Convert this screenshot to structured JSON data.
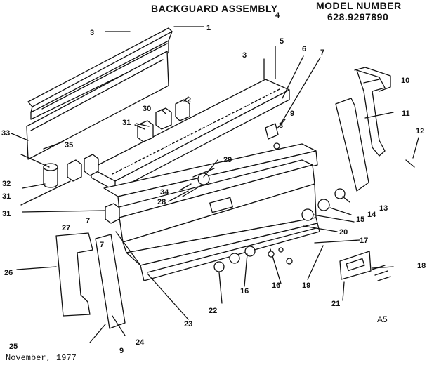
{
  "header": {
    "title": "BACKGUARD ASSEMBLY",
    "model_label": "MODEL NUMBER",
    "model_number": "628.9297890"
  },
  "footer": {
    "date": "November, 1977",
    "code": "A5"
  },
  "callouts": [
    "1",
    "2",
    "3",
    "3",
    "4",
    "5",
    "6",
    "7",
    "7",
    "7",
    "8",
    "9",
    "9",
    "10",
    "11",
    "12",
    "13",
    "14",
    "15",
    "16",
    "16",
    "17",
    "18",
    "19",
    "20",
    "21",
    "22",
    "23",
    "24",
    "25",
    "26",
    "27",
    "28",
    "29",
    "30",
    "31",
    "31",
    "31",
    "32",
    "33",
    "34",
    "35"
  ]
}
